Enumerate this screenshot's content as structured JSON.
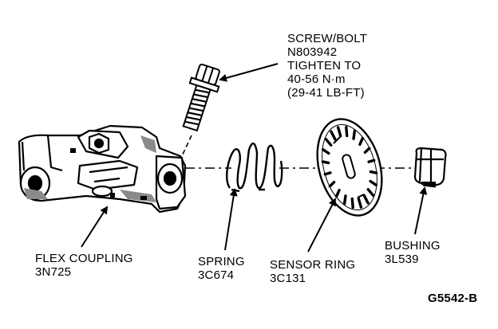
{
  "figure_id": "G5542-B",
  "colors": {
    "ink": "#000000",
    "paper": "#ffffff",
    "shade": "#8a8a8a"
  },
  "callouts": {
    "screw": {
      "line1": "SCREW/BOLT",
      "line2": "N803942",
      "line3": "TIGHTEN TO",
      "line4": "40-56 N·m",
      "line5": "(29-41 LB-FT)"
    },
    "flex_coupling": {
      "name": "FLEX COUPLING",
      "part": "3N725"
    },
    "spring": {
      "name": "SPRING",
      "part": "3C674"
    },
    "sensor_ring": {
      "name": "SENSOR RING",
      "part": "3C131"
    },
    "bushing": {
      "name": "BUSHING",
      "part": "3L539"
    }
  }
}
